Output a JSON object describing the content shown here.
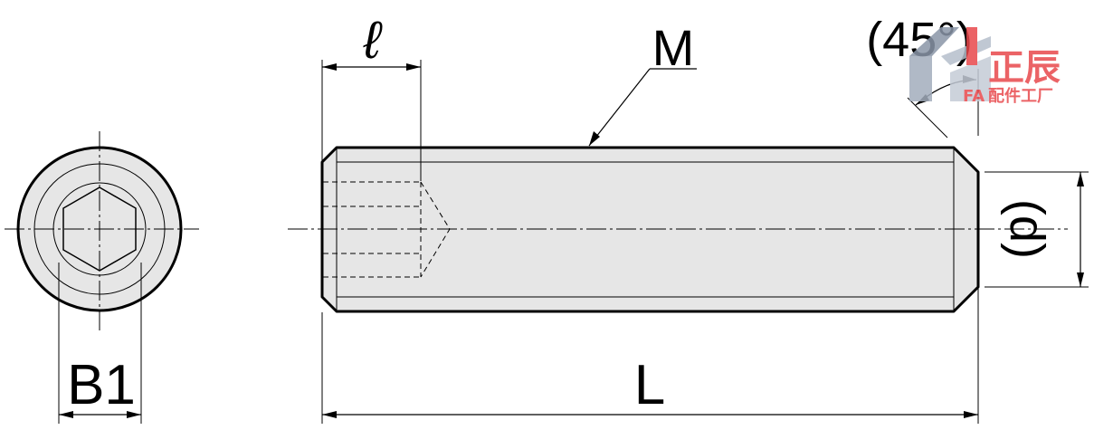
{
  "labels": {
    "ell": "ℓ",
    "m": "M",
    "angle": "(45°)",
    "b1": "B1",
    "l": "L",
    "d": "(d)"
  },
  "watermark": {
    "brand_main": "正辰",
    "brand_fa": "FA",
    "brand_sub": "配件工厂"
  },
  "colors": {
    "body_fill": "#e6e6e6",
    "outline": "#000000",
    "watermark_red": "#e8484c",
    "watermark_grey": "#8a96a8"
  },
  "icons": [
    "logo-mark-icon"
  ]
}
